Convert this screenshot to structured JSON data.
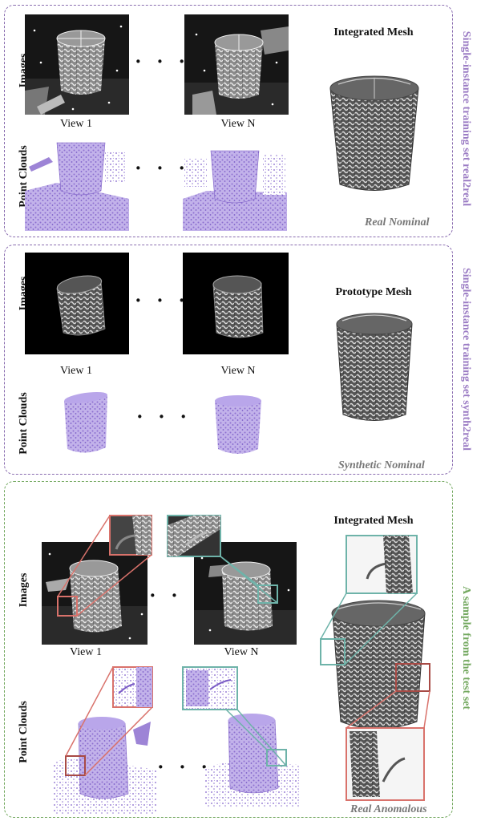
{
  "colors": {
    "purple_border": "#8a6db0",
    "green_border": "#73a85f",
    "purple_text": "#9b7cc4",
    "green_text": "#73a85f",
    "gray_text": "#777777",
    "point_cloud": "#9d84d6",
    "zoom_red": "#d9726b",
    "zoom_teal": "#6eb3a9"
  },
  "panels": [
    {
      "id": "real2real",
      "row_labels": [
        "Images",
        "Point Clouds"
      ],
      "view_labels": [
        "View 1",
        "View N"
      ],
      "ellipsis": "· · ·",
      "mesh_title": "Integrated Mesh",
      "corner_label": "Real Nominal",
      "side_label": "Single-instance training set  real2real"
    },
    {
      "id": "synth2real",
      "row_labels": [
        "Images",
        "Point Clouds"
      ],
      "view_labels": [
        "View 1",
        "View N"
      ],
      "ellipsis": "· · ·",
      "mesh_title": "Prototype Mesh",
      "corner_label": "Synthetic Nominal",
      "side_label": "Single-instance training set  synth2real"
    },
    {
      "id": "test",
      "row_labels": [
        "Images",
        "Point Clouds"
      ],
      "view_labels": [
        "View 1",
        "View N"
      ],
      "ellipsis": "· · ·",
      "mesh_title": "Integrated Mesh",
      "corner_label": "Real Anomalous",
      "side_label": "A sample from the test set"
    }
  ]
}
